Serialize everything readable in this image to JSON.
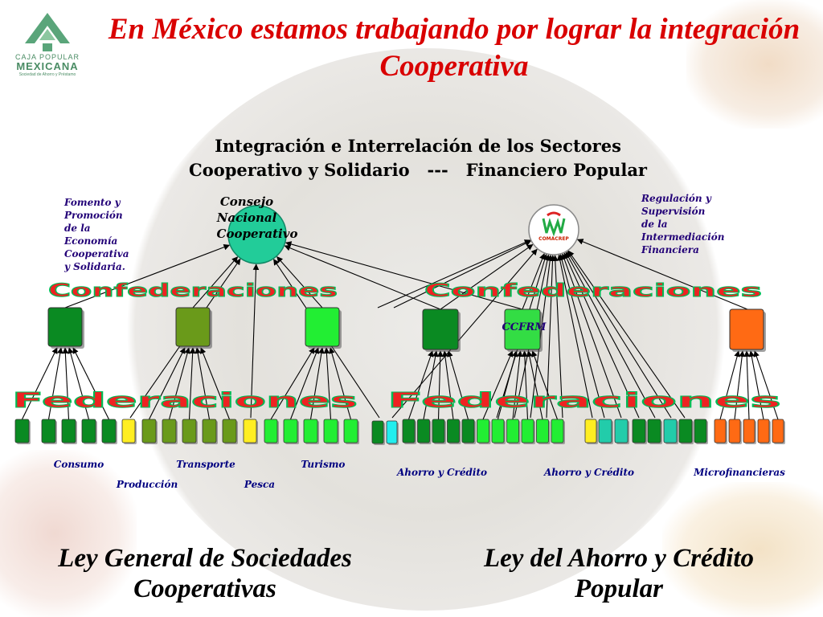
{
  "logo": {
    "line1": "CAJA POPULAR",
    "line2": "MEXICANA",
    "line3": "Sociedad de Ahorro y Préstamo"
  },
  "title": "En México estamos trabajando por lograr la integración Cooperativa",
  "diagram": {
    "heading_line1": "Integración e Interrelación de los Sectores",
    "heading_line2": "Cooperativo y Solidario   ---   Financiero Popular",
    "consejo": [
      "Consejo",
      "Nacional",
      "Cooperativo"
    ],
    "comacrep_label": "COMACREP",
    "left_note": [
      "Fomento y",
      "Promoción",
      "de la",
      "Economía",
      "Cooperativa",
      "y Solidaria."
    ],
    "right_note": [
      "Regulación y",
      "Supervisión",
      "de la",
      "Intermediación",
      "Financiera"
    ],
    "confederaciones_label": "Confederaciones",
    "federaciones_label": "Federaciones",
    "ccfrm_label": "CCFRM",
    "sector_labels": {
      "consumo": "Consumo",
      "produccion": "Producción",
      "transporte": "Transporte",
      "pesca": "Pesca",
      "turismo": "Turismo",
      "ahorro1": "Ahorro y Crédito",
      "ahorro2": "Ahorro y Crédito",
      "microfinancieras": "Microfinancieras"
    },
    "colors": {
      "dark_green": "#0a8a22",
      "olive": "#6a9a1a",
      "bright_green": "#22ee33",
      "light_green": "#33dd44",
      "orange": "#ff6a14",
      "yellow": "#ffee22",
      "cyan": "#22eeee",
      "teal": "#22ccaa",
      "consejo_teal": "#22cc99",
      "banner": "#ee2222",
      "banner_outline": "#00bb55",
      "note_text": "#220077",
      "sector_text": "#000080"
    }
  },
  "laws": {
    "left": "Ley General de Sociedades Cooperativas",
    "right": "Ley del Ahorro y Crédito Popular"
  }
}
